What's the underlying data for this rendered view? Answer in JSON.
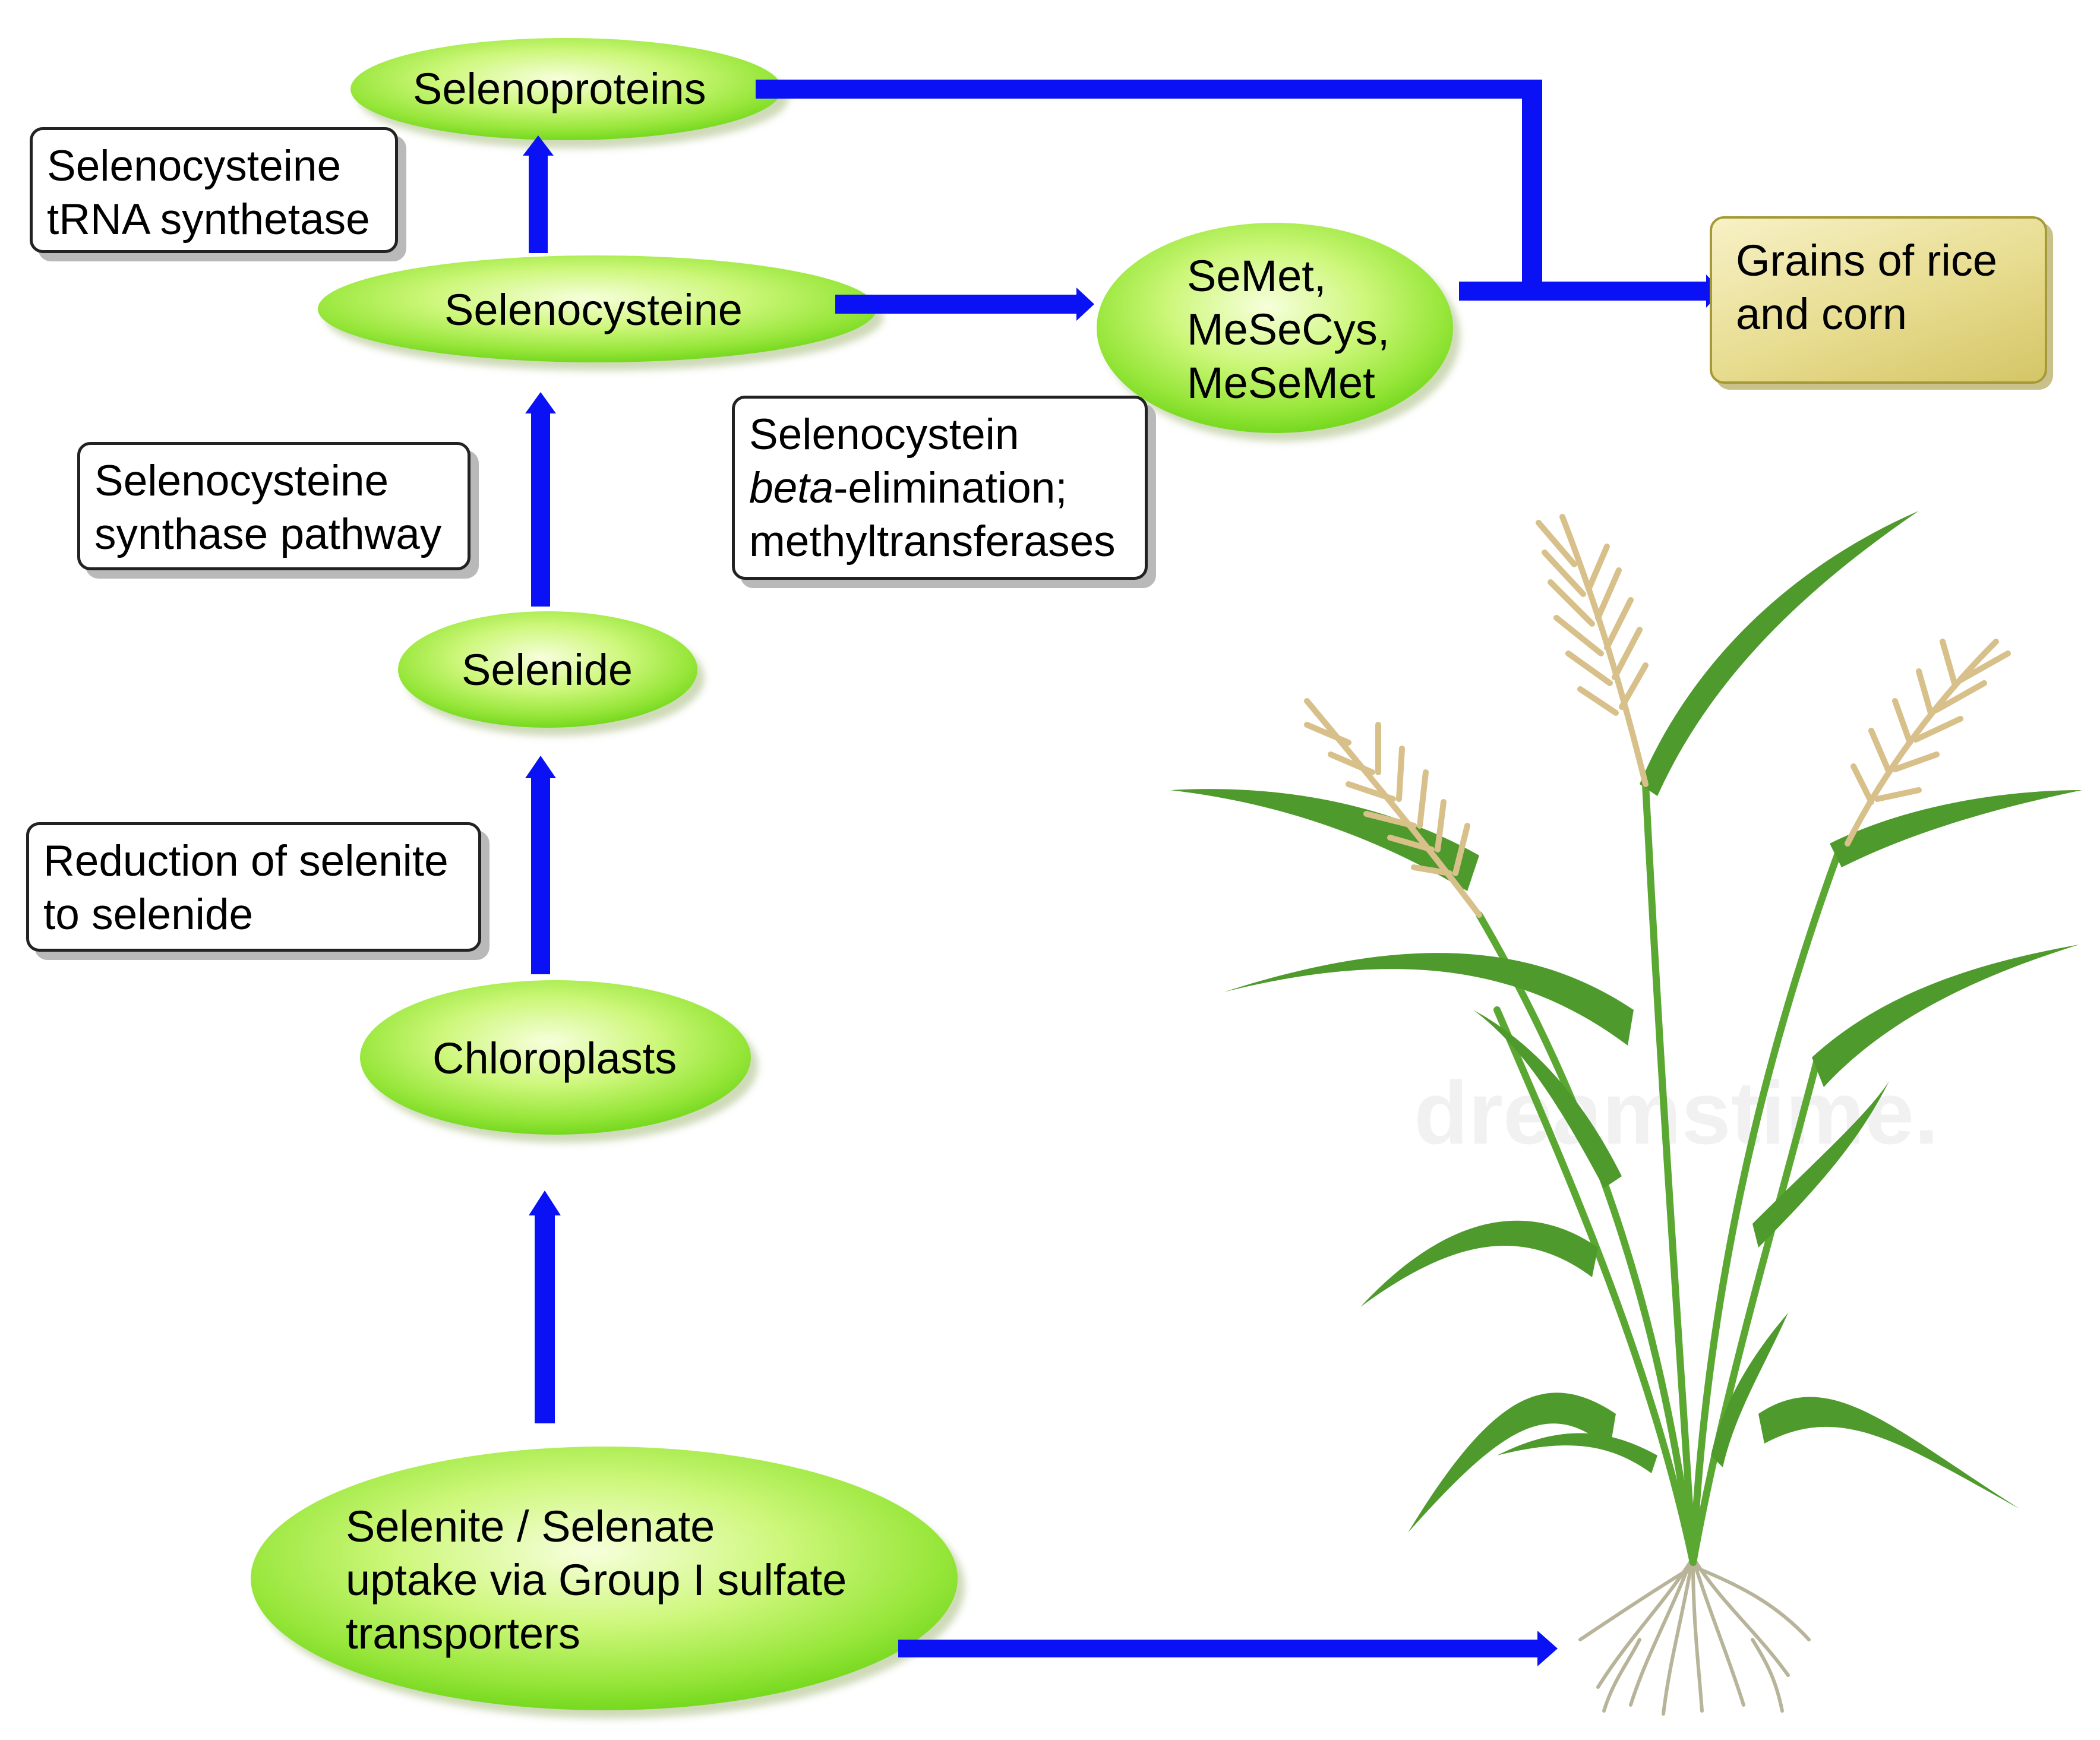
{
  "nodes": {
    "selenoproteins": "Selenoproteins",
    "selenocysteine": "Selenocysteine",
    "selenide": "Selenide",
    "chloroplasts": "Chloroplasts",
    "semet_lines": [
      "SeMet,",
      "MeSeCys,",
      "MeSeMet"
    ],
    "uptake_lines": [
      "Selenite / Selenate",
      "uptake via Group I sulfate",
      "transporters"
    ],
    "grains_lines": [
      "Grains of rice",
      "and corn"
    ]
  },
  "enzyme_boxes": {
    "trna_lines": [
      "Selenocysteine",
      "tRNA synthetase"
    ],
    "synthase_lines": [
      "Selenocysteine",
      "synthase pathway"
    ],
    "reduction_lines": [
      "Reduction of selenite",
      "to selenide"
    ],
    "elimination_line1": "Selenocystein",
    "elimination_italic": "beta",
    "elimination_line2_rest": "-elimination;",
    "elimination_line3": "methyltransferases"
  },
  "watermark": "dreamstime.",
  "colors": {
    "arrow": "#0a12f5",
    "node_light": "#f6ffd8",
    "node_mid": "#b9f25a",
    "node_dark": "#6fd61a",
    "leaf": "#4f9a2c",
    "grain_head": "#dcc58f",
    "root": "#b8b49a"
  }
}
